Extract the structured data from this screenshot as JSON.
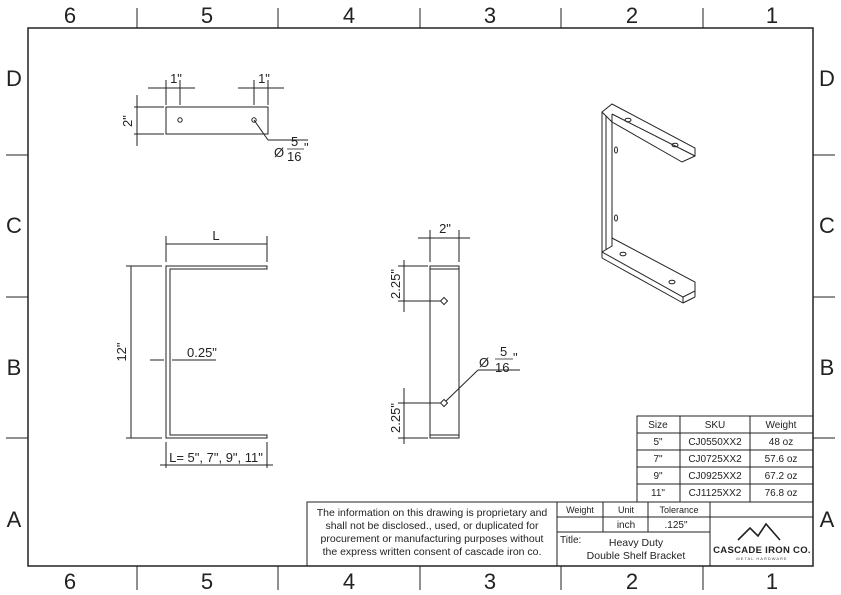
{
  "border": {
    "columns": [
      "6",
      "5",
      "4",
      "3",
      "2",
      "1"
    ],
    "rows": [
      "D",
      "C",
      "B",
      "A"
    ]
  },
  "top_view": {
    "dim_left": "1\"",
    "dim_right": "1\"",
    "dim_height": "2\"",
    "hole_dia_symbol": "Ø",
    "hole_num": "5",
    "hole_den": "16",
    "hole_unit": "\""
  },
  "side_view": {
    "dim_length": "L",
    "dim_height": "12\"",
    "dim_thickness": "0.25\"",
    "length_values": "L= 5\", 7\", 9\", 11\""
  },
  "back_view": {
    "dim_width": "2\"",
    "dim_top": "2.25\"",
    "dim_bottom": "2.25\"",
    "hole_dia_symbol": "Ø",
    "hole_num": "5",
    "hole_den": "16",
    "hole_unit": "\""
  },
  "size_table": {
    "headers": [
      "Size",
      "SKU",
      "Weight"
    ],
    "rows": [
      [
        "5\"",
        "CJ0550XX2",
        "48 oz"
      ],
      [
        "7\"",
        "CJ0725XX2",
        "57.6 oz"
      ],
      [
        "9\"",
        "CJ0925XX2",
        "67.2 oz"
      ],
      [
        "11\"",
        "CJ1125XX2",
        "76.8 oz"
      ]
    ]
  },
  "title_block": {
    "notice_lines": [
      "The information on this drawing is proprietary and",
      "shall not be disclosed., used, or duplicated for",
      "procurement or manufacturing purposes without",
      "the express written consent of cascade iron co."
    ],
    "weight_label": "Weight",
    "unit_label": "Unit",
    "tolerance_label": "Tolerance",
    "unit_value": "inch",
    "tolerance_value": ".125\"",
    "title_label": "Title:",
    "title_line1": "Heavy Duty",
    "title_line2": "Double Shelf Bracket",
    "company": "CASCADE IRON CO.",
    "company_sub": "METAL HARDWARE"
  }
}
